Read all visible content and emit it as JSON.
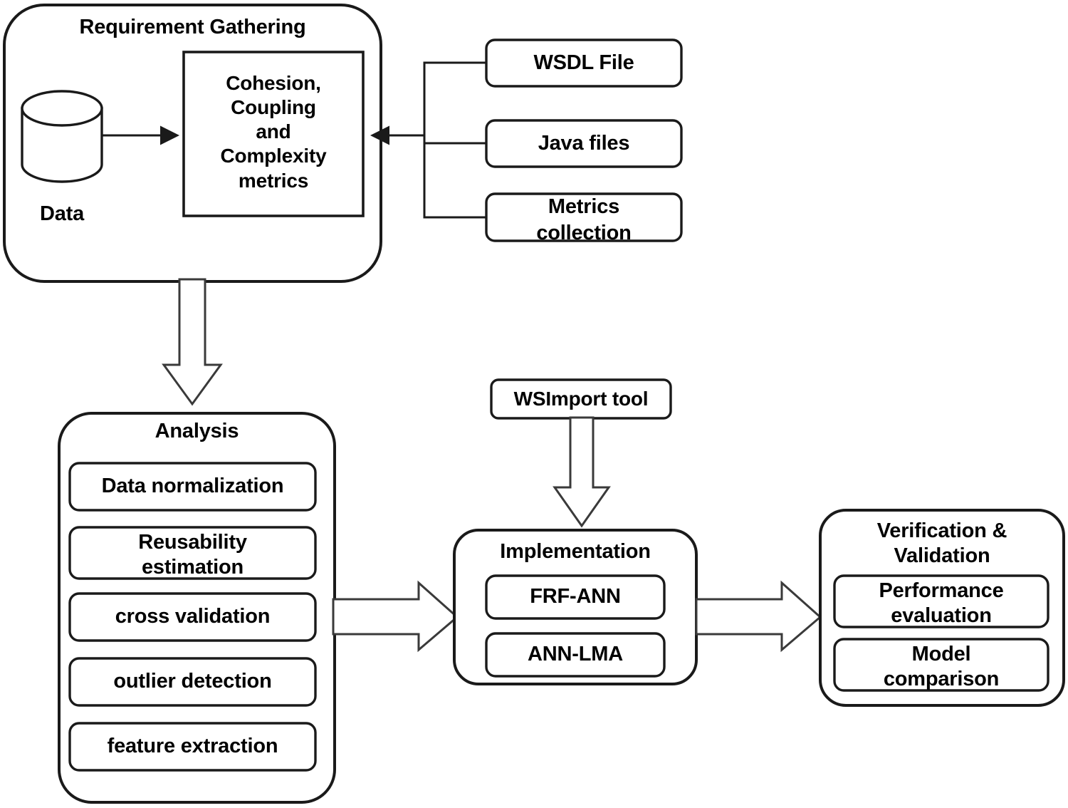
{
  "diagram": {
    "title": "Reusability estimation methodology flow",
    "colors": {
      "stroke": "#1a1a1a",
      "fill": "#ffffff",
      "text": "#000000",
      "arrow_stroke": "#3a3a3a"
    },
    "stages": {
      "requirement_gathering": {
        "label": "Requirement Gathering",
        "data_store_label": "Data",
        "metrics_box_label": "Cohesion,\nCoupling\nand\nComplexity\nmetrics"
      },
      "inputs": [
        {
          "label": "WSDL File"
        },
        {
          "label": "Java files"
        },
        {
          "label": "Metrics\ncollection"
        }
      ],
      "analysis": {
        "label": "Analysis",
        "items": [
          {
            "label": "Data normalization"
          },
          {
            "label": "Reusability\nestimation"
          },
          {
            "label": "cross validation"
          },
          {
            "label": "outlier detection"
          },
          {
            "label": "feature extraction"
          }
        ]
      },
      "wsimport": {
        "label": "WSImport tool"
      },
      "implementation": {
        "label": "Implementation",
        "items": [
          {
            "label": "FRF-ANN"
          },
          {
            "label": "ANN-LMA"
          }
        ]
      },
      "verification": {
        "label": "Verification &\nValidation",
        "items": [
          {
            "label": "Performance\nevaluation"
          },
          {
            "label": "Model\ncomparison"
          }
        ]
      }
    },
    "connectors": [
      {
        "name": "data-to-metrics",
        "kind": "line-arrow"
      },
      {
        "name": "inputs-to-metrics",
        "kind": "bus-line-arrow"
      },
      {
        "name": "requirement-to-analysis",
        "kind": "block-arrow-down"
      },
      {
        "name": "analysis-to-implementation",
        "kind": "block-arrow-right"
      },
      {
        "name": "wsimport-to-implementation",
        "kind": "block-arrow-down"
      },
      {
        "name": "implementation-to-verification",
        "kind": "block-arrow-right"
      }
    ]
  }
}
